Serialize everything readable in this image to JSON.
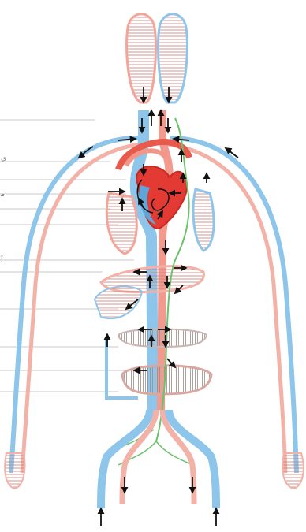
{
  "figure": {
    "background": "#ffffff",
    "colors": {
      "venous_blue": "#8ec5ea",
      "venous_blue_dark": "#5fa5d8",
      "arterial_red": "#f3968a",
      "arterial_red_dark": "#e8453a",
      "heart_red": "#e33b33",
      "lymph_green": "#6cc26a",
      "capillary_lines": "#c97c74",
      "arrow": "#111111",
      "leader_line": "#b8b8b8"
    },
    "left_margin_marks": [
      "ي",
      "ﻣ",
      "ﺂ"
    ],
    "leader_line_count": 12,
    "arrow_count": 40
  }
}
